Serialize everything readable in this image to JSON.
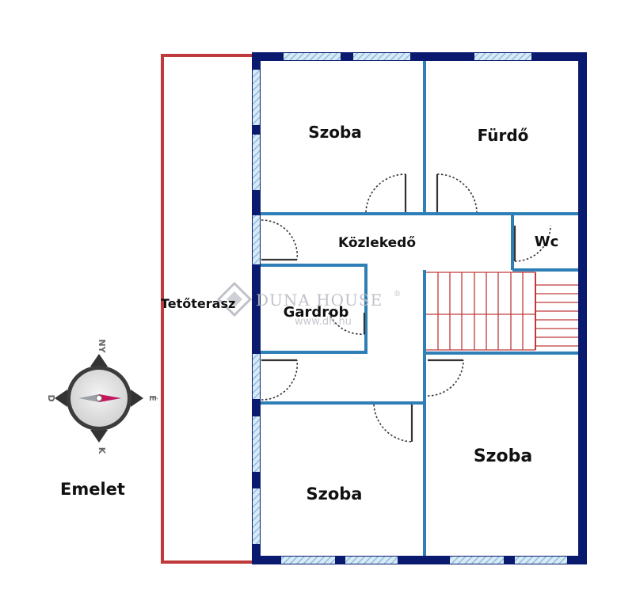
{
  "plan": {
    "rooms": {
      "terrace": "Tetőterasz",
      "room_top": "Szoba",
      "bathroom": "Fürdő",
      "hallway": "Közlekedő",
      "wc": "Wc",
      "wardrobe": "Gardrob",
      "room_bottom_left": "Szoba",
      "room_bottom_right": "Szoba"
    },
    "floor_label": "Emelet",
    "watermark": {
      "brand": "DUNA HOUSE",
      "registered": "®",
      "url": "www.dh.hu"
    },
    "compass": {
      "north": "NY",
      "east": "É",
      "south": "K",
      "west": "D"
    },
    "colors": {
      "wall_outer": "#0a1a6e",
      "wall_inner": "#2f7fb7",
      "window_hatch": "#9cc6e2",
      "terrace_outline": "#c0393b",
      "stairs": "#c0393b",
      "door_arc": "#333333",
      "compass_needle": "#c2185b"
    }
  }
}
